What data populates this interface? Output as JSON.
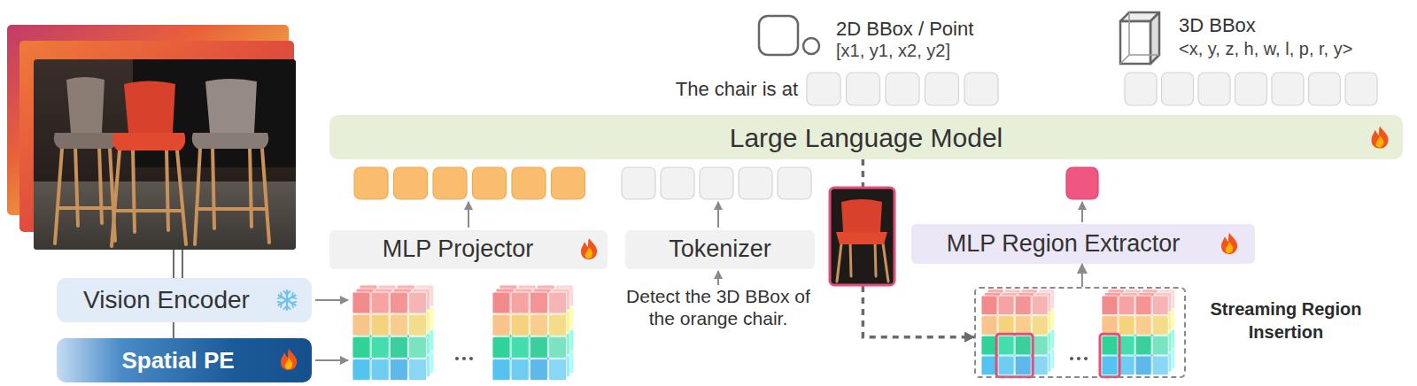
{
  "diagram": {
    "nodes": [
      {
        "text": [
          "Large Language Model"
        ]
      },
      {
        "text": [
          "MLP Projector"
        ]
      },
      {
        "text": [
          "Tokenizer"
        ]
      },
      {
        "text": [
          "MLP Region Extractor"
        ]
      },
      {
        "text": [
          "Vision Encoder"
        ]
      },
      {
        "text": [
          "Spatial PE"
        ]
      },
      {
        "text": [
          "Streaming Region Insertion"
        ]
      }
    ],
    "edges": [
      {
        "from": 0,
        "to": 6,
        "arrow": "to"
      },
      {
        "from": 6,
        "to": 3,
        "arrow": "to"
      },
      {
        "from": 4,
        "to": 5,
        "arrow": "none"
      }
    ],
    "labels": [
      "2D BBox / Point",
      "[x1, y1, x2, y2]",
      "3D BBox",
      "<x, y, z, h, w, l, p, r, y>",
      "The chair is at",
      "Detect the 3D BBox of the orange chair."
    ]
  }
}
